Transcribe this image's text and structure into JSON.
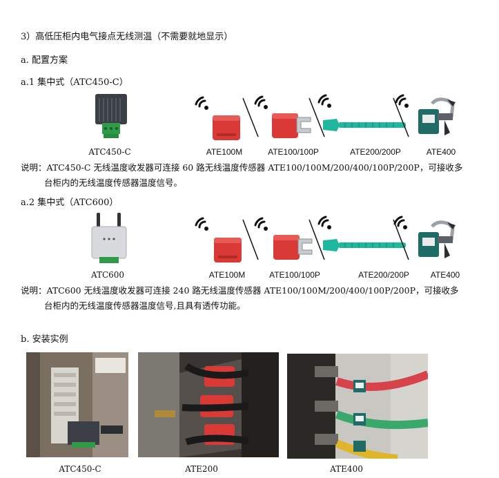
{
  "section_title": "3）高低压柜内电气接点无线测温（不需要就地显示）",
  "part_a": {
    "heading": "a.  配置方案",
    "a1": {
      "heading": "a.1  集中式（ATC450-C）",
      "captions": [
        "ATC450-C",
        "ATE100M",
        "ATE100/100P",
        "ATE200/200P",
        "ATE400"
      ],
      "note_line1": "说明：ATC450-C 无线温度收发器可连接 60 路无线温度传感器 ATE100/100M/200/400/100P/200P，可接收多",
      "note_line2": "台柜内的无线温度传感器温度信号。"
    },
    "a2": {
      "heading": "a.2  集中式（ATC600）",
      "captions": [
        "ATC600",
        "ATE100M",
        "ATE100/100P",
        "ATE200/200P",
        "ATE400"
      ],
      "note_line1": "说明：ATC600 无线温度收发器可连接 240 路无线温度传感器 ATE100/100M/200/400/100P/200P，可接收多",
      "note_line2": "台柜内的无线温度传感器温度信号,且具有透传功能。"
    }
  },
  "part_b": {
    "heading": "b.  安装实例",
    "photos": [
      {
        "caption": "ATC450-C"
      },
      {
        "caption": "ATE200"
      },
      {
        "caption": "ATE400"
      }
    ]
  },
  "colors": {
    "sensor_red": "#d93a36",
    "band_teal": "#1fb89e",
    "device_dark": "#3c4046",
    "terminal_green": "#2f9a48"
  }
}
